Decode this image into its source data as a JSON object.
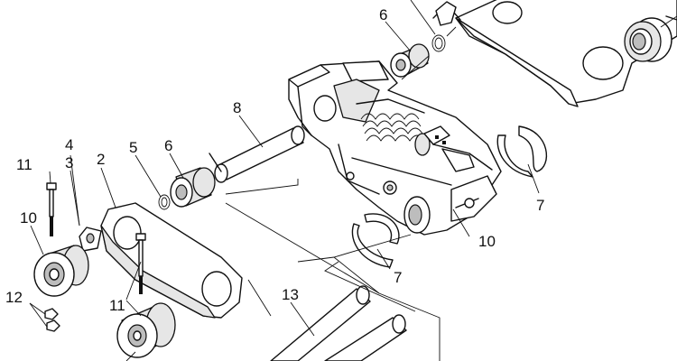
{
  "callouts": [
    {
      "id": "c6_top",
      "text": "6"
    },
    {
      "id": "c8",
      "text": "8"
    },
    {
      "id": "c4",
      "text": "4"
    },
    {
      "id": "c3",
      "text": "3"
    },
    {
      "id": "c2",
      "text": "2"
    },
    {
      "id": "c11_left",
      "text": "11"
    },
    {
      "id": "c5",
      "text": "5"
    },
    {
      "id": "c6_mid",
      "text": "6"
    },
    {
      "id": "c10_left",
      "text": "10"
    },
    {
      "id": "c12",
      "text": "12"
    },
    {
      "id": "c11_bottom",
      "text": "11"
    },
    {
      "id": "c13",
      "text": "13"
    },
    {
      "id": "c7_right",
      "text": "7"
    },
    {
      "id": "c10_right",
      "text": "10"
    },
    {
      "id": "c7_bottom",
      "text": "7"
    }
  ],
  "colors": {
    "line": "#111111",
    "shade": "#e6e6e6",
    "dark": "#bdbdbd",
    "background": "#ffffff"
  }
}
